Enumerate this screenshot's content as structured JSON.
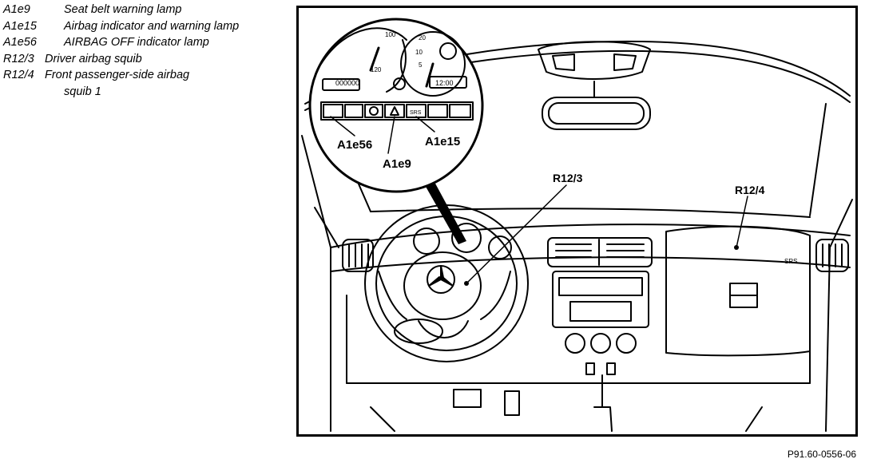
{
  "legend": [
    {
      "code": "A1e9",
      "desc": "Seat belt warning lamp"
    },
    {
      "code": "A1e15",
      "desc": "Airbag indicator and warning lamp"
    },
    {
      "code": "A1e56",
      "desc": "AIRBAG OFF indicator lamp"
    },
    {
      "code": "R12/3",
      "desc": "Driver airbag squib"
    },
    {
      "code": "R12/4",
      "desc": "Front passenger-side airbag",
      "desc_cont": "squib 1"
    }
  ],
  "callouts": {
    "a1e56": "A1e56",
    "a1e9": "A1e9",
    "a1e15": "A1e15",
    "r12_3": "R12/3",
    "r12_4": "R12/4"
  },
  "cluster": {
    "odometer": "000000",
    "clock": "12:00",
    "speed_ticks": [
      "100",
      "120"
    ],
    "rpm_ticks": [
      "20",
      "10",
      "5"
    ],
    "srs_lamp": "SRS"
  },
  "dash_label": "SRS",
  "figure_id": "P91.60-0556-06"
}
